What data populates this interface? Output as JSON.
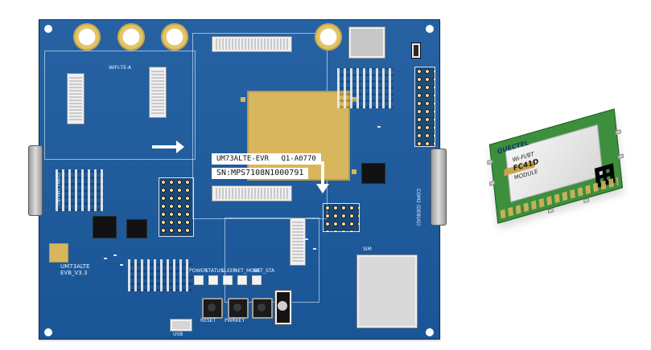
{
  "image": {
    "width": 809,
    "height": 436
  },
  "board": {
    "labels": {
      "module_id": "UM73ALTE-EVR",
      "module_rev": "Q1-A0770",
      "serial": "SN:MPS7108N1000791",
      "com1": "COM1 (MAIN)",
      "com2": "COM2 (DEBUG)",
      "wifi": "WIFI-TE-A",
      "board_name": "UM73ALTE",
      "board_rev": "EVB_V3.3",
      "led_power": "POWER",
      "led_status": "STATUS",
      "led_sleep": "SLEEP",
      "led_net": "NET_MODE",
      "led_net_sta": "NET_STA",
      "button_1": "RESET",
      "button_2": "PWRKEY",
      "sim_label": "SIM",
      "usb_label": "USB"
    }
  },
  "module": {
    "brand": "QUECTEL",
    "lines": [
      "Wi-Fi/BT",
      "FC41D",
      "MODULE"
    ]
  }
}
